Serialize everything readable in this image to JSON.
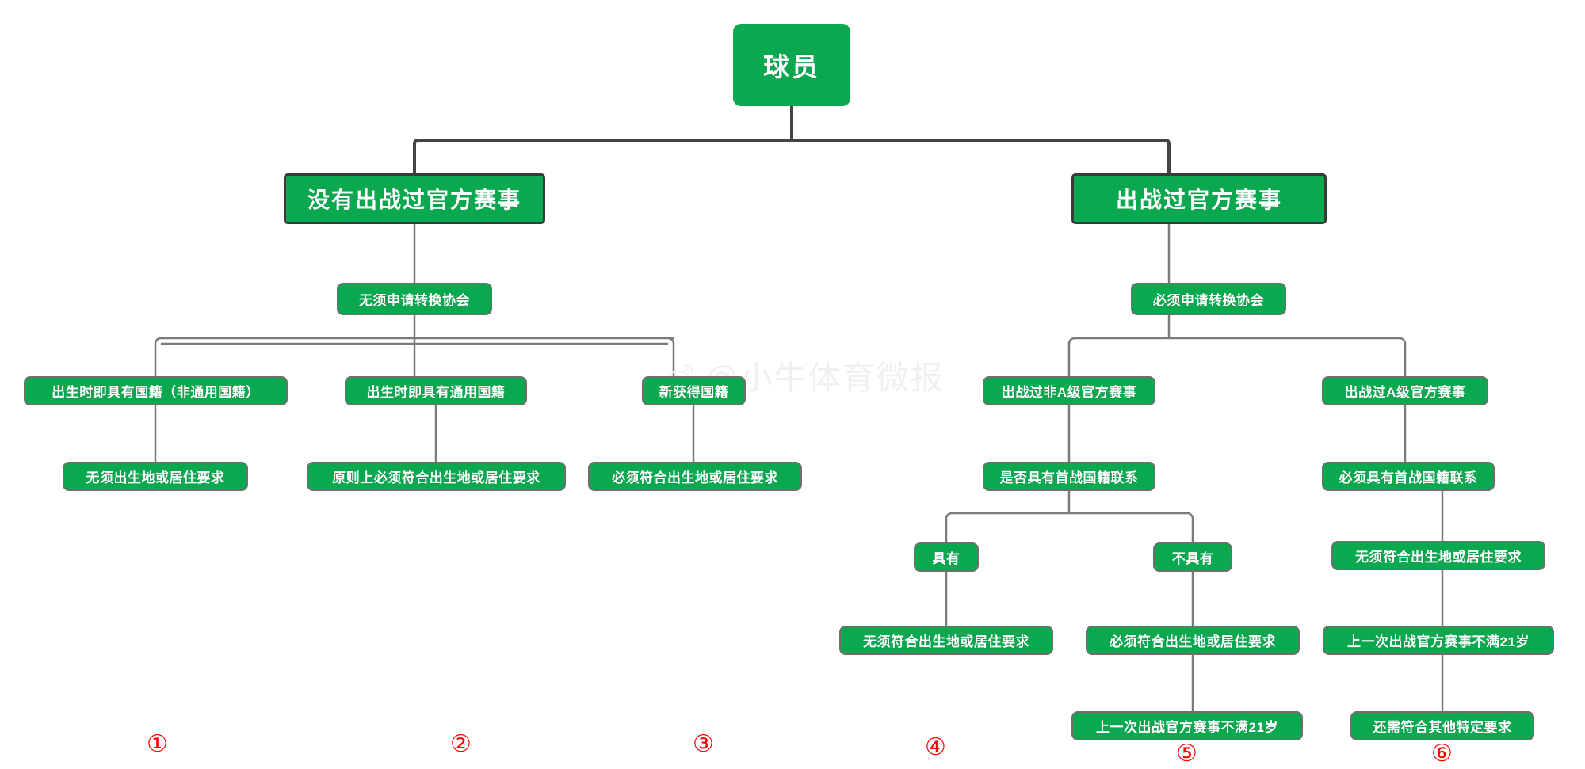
{
  "diagram": {
    "title_node": {
      "label": "球员"
    },
    "watermark": {
      "text": "@小牛体育微报",
      "icon": "weibo-logo-icon",
      "color": "#f0f0f0"
    },
    "colors": {
      "node_fill": "#0aa84f",
      "node_border": "#575757",
      "edge": "#7a7a7a",
      "edge_top": "#444444",
      "marker": "#ff0000",
      "text": "#ffffff"
    },
    "nodes": {
      "root": "球员",
      "left_branch": "没有出战过官方赛事",
      "right_branch": "出战过官方赛事",
      "left_apply": "无须申请转换协会",
      "right_apply": "必须申请转换协会",
      "l1_title": "出生时即具有国籍（非通用国籍）",
      "l1_req": "无须出生地或居住要求",
      "l2_title": "出生时即具有通用国籍",
      "l2_req": "原则上必须符合出生地或居住要求",
      "l3_title": "新获得国籍",
      "l3_req": "必须符合出生地或居住要求",
      "r1_title": "出战过非A级官方赛事",
      "r1_q": "是否具有首战国籍联系",
      "r1_yes": "具有",
      "r1_no": "不具有",
      "r1_yes_req": "无须符合出生地或居住要求",
      "r1_no_req": "必须符合出生地或居住要求",
      "r1_no_req2": "上一次出战官方赛事不满21岁",
      "r2_title": "出战过A级官方赛事",
      "r2_q": "必须具有首战国籍联系",
      "r2_req1": "无须符合出生地或居住要求",
      "r2_req2": "上一次出战官方赛事不满21岁",
      "r2_req3": "还需符合其他特定要求"
    },
    "markers": [
      {
        "label": "①"
      },
      {
        "label": "②"
      },
      {
        "label": "③"
      },
      {
        "label": "④"
      },
      {
        "label": "⑤"
      },
      {
        "label": "⑥"
      }
    ]
  }
}
